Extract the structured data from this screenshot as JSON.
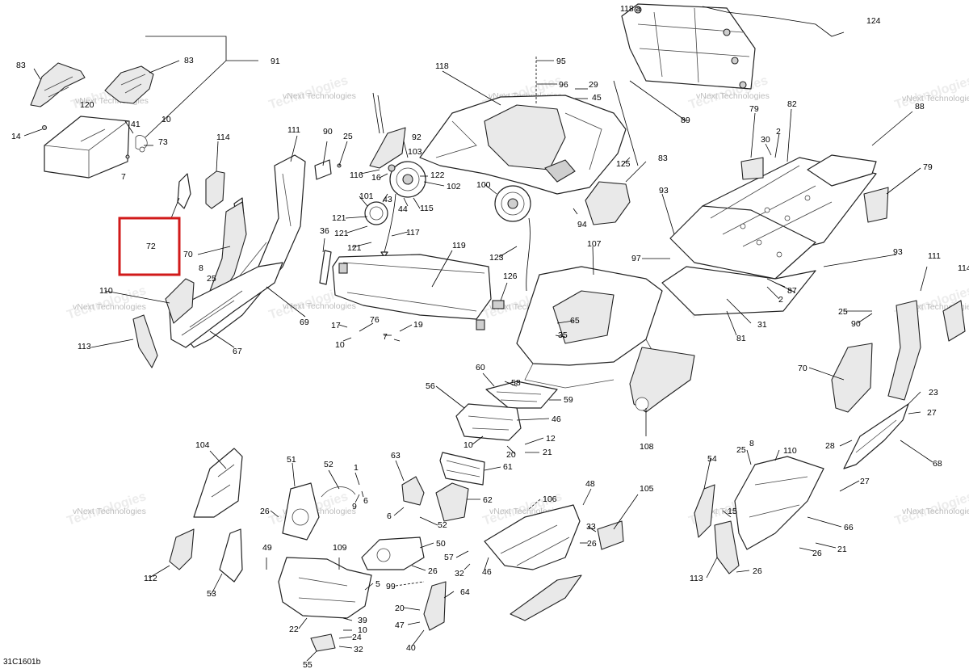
{
  "figure_id": "31C1601b",
  "watermark": {
    "line1": "vNext Technologies",
    "line2": "Technologies"
  },
  "highlight": {
    "label": "72",
    "color": "#d11a1a"
  },
  "callouts": [
    "118 a",
    "124",
    "83",
    "83",
    "91",
    "118",
    "95",
    "96",
    "29",
    "45",
    "88",
    "82",
    "89",
    "120",
    "10",
    "14",
    "41",
    "73",
    "7",
    "114",
    "111",
    "90",
    "25",
    "116",
    "92",
    "103",
    "16",
    "122",
    "102",
    "43",
    "44",
    "115",
    "100",
    "125",
    "83",
    "94",
    "93",
    "79",
    "30",
    "2",
    "79",
    "101",
    "121",
    "121",
    "121",
    "117",
    "36",
    "119",
    "123",
    "107",
    "97",
    "93",
    "70",
    "8",
    "25",
    "110",
    "113",
    "67",
    "69",
    "17",
    "76",
    "10",
    "7",
    "19",
    "126",
    "65",
    "35",
    "87",
    "2",
    "31",
    "81",
    "111",
    "114",
    "25",
    "90",
    "70",
    "23",
    "27",
    "28",
    "68",
    "60",
    "58",
    "59",
    "56",
    "46",
    "10",
    "20",
    "12",
    "21",
    "108",
    "104",
    "51",
    "52",
    "1",
    "9",
    "6",
    "26",
    "63",
    "61",
    "62",
    "106",
    "48",
    "105",
    "6",
    "52",
    "33",
    "26",
    "50",
    "57",
    "32",
    "46",
    "49",
    "109",
    "5",
    "26",
    "64",
    "54",
    "25",
    "8",
    "110",
    "15",
    "66",
    "21",
    "26",
    "113",
    "26",
    "27",
    "112",
    "53",
    "99",
    "20",
    "47",
    "40",
    "22",
    "39",
    "10",
    "24",
    "32",
    "55",
    "72"
  ]
}
